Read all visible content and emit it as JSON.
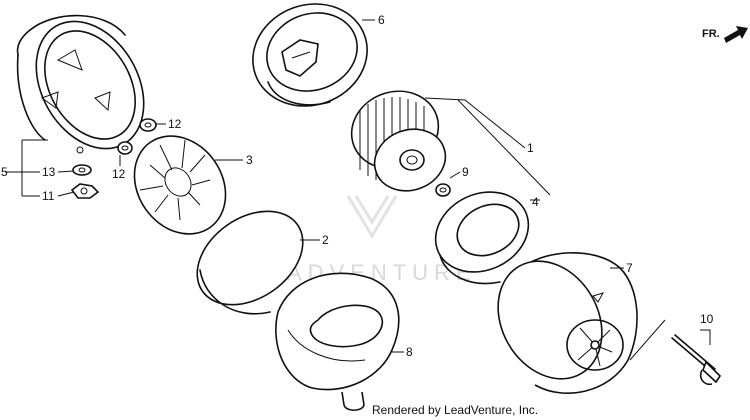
{
  "direction_label": "FR.",
  "watermark": "LEADVENTURE",
  "credit": "Rendered by LeadVenture, Inc.",
  "callouts": {
    "c1": "1",
    "c2": "2",
    "c3": "3",
    "c4": "4",
    "c5": "5",
    "c6": "6",
    "c7": "7",
    "c8": "8",
    "c9": "9",
    "c10": "10",
    "c11": "11",
    "c12a": "12",
    "c12b": "12",
    "c13": "13"
  }
}
